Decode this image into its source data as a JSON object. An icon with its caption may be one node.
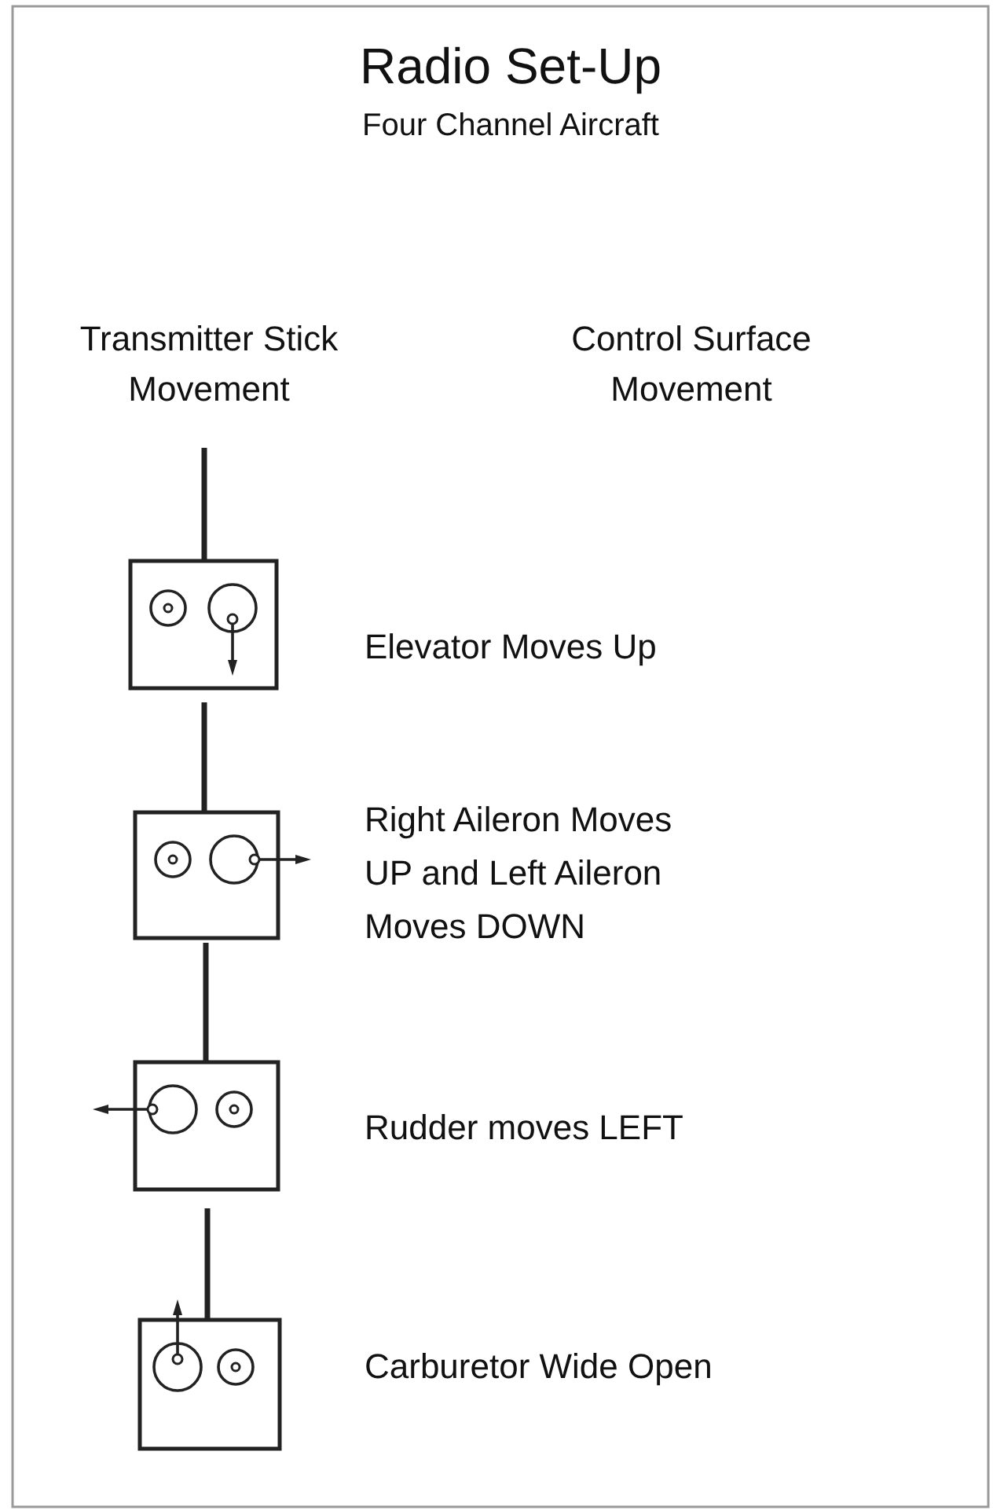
{
  "diagram": {
    "title": "Radio Set-Up",
    "nodes": [
      {
        "text": [],
        "shape": "picture",
        "beside": [
          "Elevator Moves Up"
        ]
      },
      {
        "text": [],
        "shape": "picture",
        "beside": [
          "Right Aileron Moves UP and Left Aileron Moves DOWN"
        ]
      },
      {
        "text": [],
        "shape": "picture",
        "beside": [
          "Rudder moves LEFT"
        ]
      },
      {
        "text": [],
        "shape": "picture",
        "beside": [
          "Carburetor Wide Open"
        ]
      }
    ],
    "labels": [
      "Four Channel Aircraft",
      "Transmitter Stick Movement",
      "Control Surface Movement"
    ]
  }
}
